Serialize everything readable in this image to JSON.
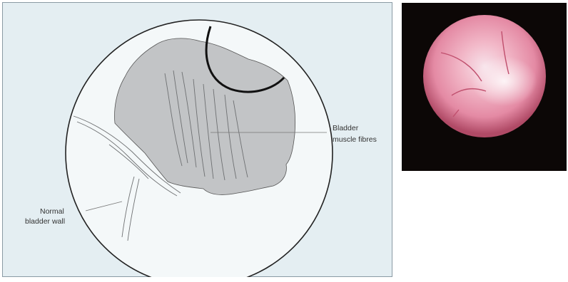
{
  "diagram": {
    "labels": {
      "bladder_muscle_fibres": [
        "Bladder",
        "muscle fibres"
      ],
      "normal_bladder_wall": [
        "Normal",
        "bladder wall"
      ]
    },
    "colors": {
      "panel_background": "#e4eef2",
      "panel_border": "#8a9aa4",
      "field_of_view": "#f4f8f9",
      "muscle_mass": "#c2c4c6",
      "outline": "#222222",
      "leader_line": "#777777"
    }
  },
  "photo": {
    "icon": "endoscopic-view-image",
    "colors": {
      "background": "#0c0706",
      "mucosa": "#e48aa4",
      "highlight": "#f7e2ea"
    }
  }
}
